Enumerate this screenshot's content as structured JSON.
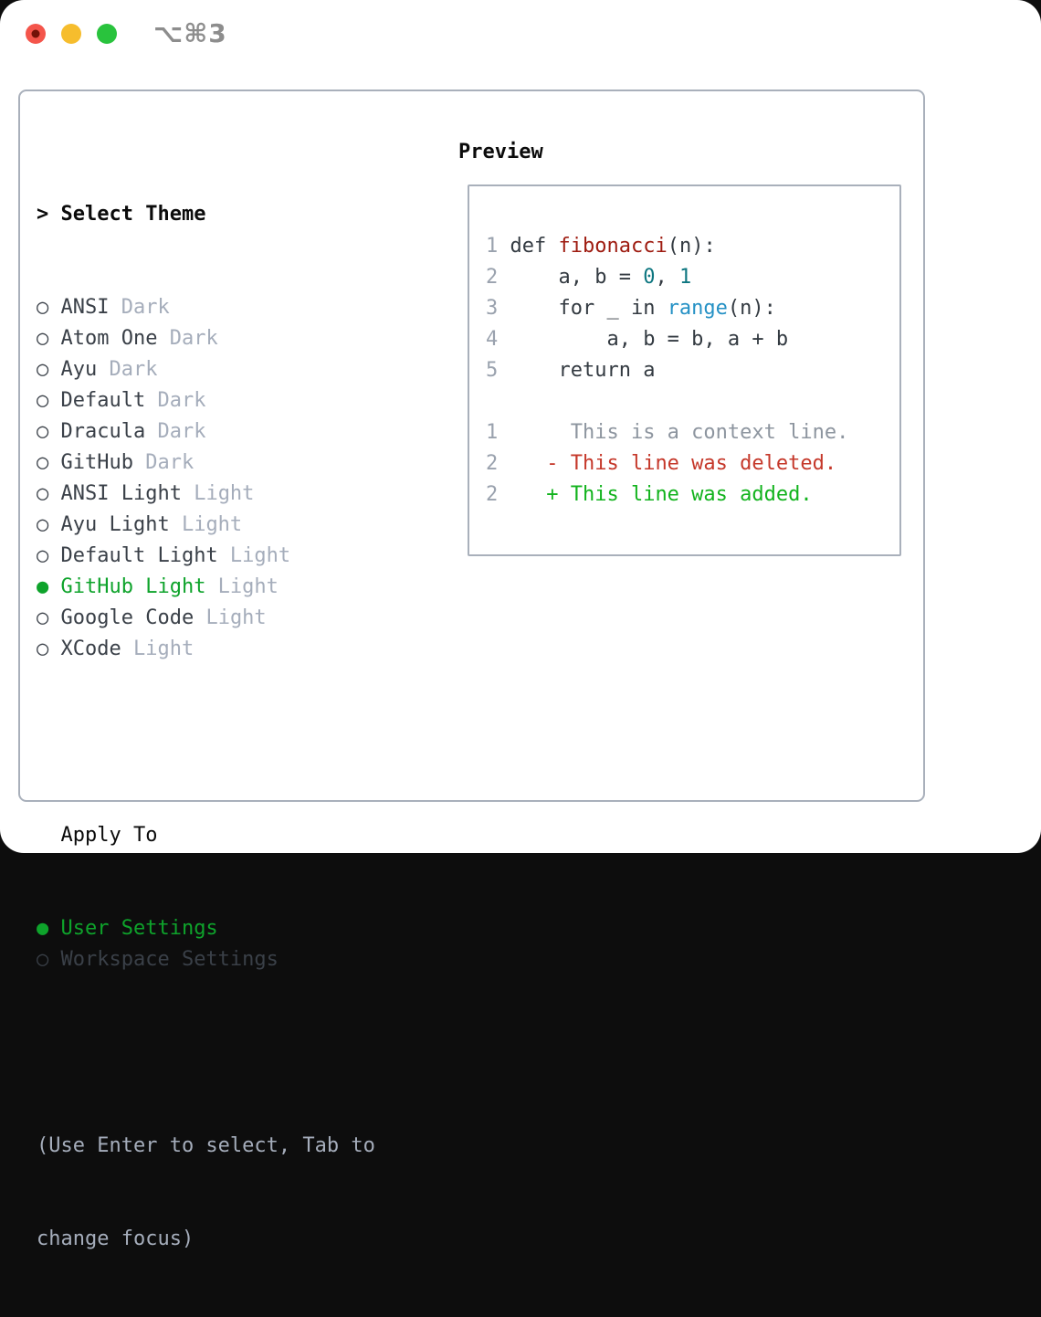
{
  "titlebar": {
    "shortcut_label": "⌥⌘3",
    "lights": [
      {
        "name": "close",
        "color": "#f4554b",
        "dot": "#731208"
      },
      {
        "name": "minimize",
        "color": "#f6bd2d",
        "dot": ""
      },
      {
        "name": "zoom",
        "color": "#29c33d",
        "dot": ""
      }
    ]
  },
  "colors": {
    "window_bg": "#ffffff",
    "outside_bg": "#0d0d0d",
    "border": "#a9b0bb",
    "title_black": "#0b0b0b",
    "item_dark": "#3a4048",
    "muted_gray": "#a5adbb",
    "selected_green": "#0ea32b",
    "shortcut_gray": "#8d8d8d",
    "line_number_gray": "#9aa2ae",
    "plain": "#333a41",
    "func": "#9e1b10",
    "num": "#0d7680",
    "builtin": "#2591c5",
    "context": "#8d959f",
    "deleted": "#c5382a",
    "added": "#12b31d"
  },
  "icons": {
    "radio_selected": "●",
    "radio_unselected": "○",
    "title_marker": ">"
  },
  "theme_panel": {
    "title": "Select Theme",
    "themes": [
      {
        "name": "ANSI",
        "tag": "Dark",
        "selected": false
      },
      {
        "name": "Atom One",
        "tag": "Dark",
        "selected": false
      },
      {
        "name": "Ayu",
        "tag": "Dark",
        "selected": false
      },
      {
        "name": "Default",
        "tag": "Dark",
        "selected": false
      },
      {
        "name": "Dracula",
        "tag": "Dark",
        "selected": false
      },
      {
        "name": "GitHub",
        "tag": "Dark",
        "selected": false
      },
      {
        "name": "ANSI Light",
        "tag": "Light",
        "selected": false
      },
      {
        "name": "Ayu Light",
        "tag": "Light",
        "selected": false
      },
      {
        "name": "Default Light",
        "tag": "Light",
        "selected": false
      },
      {
        "name": "GitHub Light",
        "tag": "Light",
        "selected": true
      },
      {
        "name": "Google Code",
        "tag": "Light",
        "selected": false
      },
      {
        "name": "XCode",
        "tag": "Light",
        "selected": false
      }
    ],
    "apply_to": {
      "label": "Apply To",
      "options": [
        {
          "name": "User Settings",
          "selected": true
        },
        {
          "name": "Workspace Settings",
          "selected": false
        }
      ]
    },
    "hint_line1": "(Use Enter to select, Tab to",
    "hint_line2": "change focus)"
  },
  "preview": {
    "title": "Preview",
    "lines": [
      {
        "num": "1",
        "segments": [
          {
            "t": "def ",
            "c": "plain"
          },
          {
            "t": "fibonacci",
            "c": "func"
          },
          {
            "t": "(n):",
            "c": "plain"
          }
        ]
      },
      {
        "num": "2",
        "segments": [
          {
            "t": "    a, b = ",
            "c": "plain"
          },
          {
            "t": "0",
            "c": "num"
          },
          {
            "t": ", ",
            "c": "plain"
          },
          {
            "t": "1",
            "c": "num"
          }
        ]
      },
      {
        "num": "3",
        "segments": [
          {
            "t": "    for _ in ",
            "c": "plain"
          },
          {
            "t": "range",
            "c": "builtin"
          },
          {
            "t": "(n):",
            "c": "plain"
          }
        ]
      },
      {
        "num": "4",
        "segments": [
          {
            "t": "        a, b = b, a + b",
            "c": "plain"
          }
        ]
      },
      {
        "num": "5",
        "segments": [
          {
            "t": "    return a",
            "c": "plain"
          }
        ]
      },
      {
        "num": "",
        "segments": []
      },
      {
        "num": "1",
        "segments": [
          {
            "t": "     This is a context line.",
            "c": "context"
          }
        ]
      },
      {
        "num": "2",
        "segments": [
          {
            "t": "   - This line was deleted.",
            "c": "deleted"
          }
        ]
      },
      {
        "num": "2",
        "segments": [
          {
            "t": "   + This line was added.",
            "c": "added"
          }
        ]
      }
    ]
  }
}
